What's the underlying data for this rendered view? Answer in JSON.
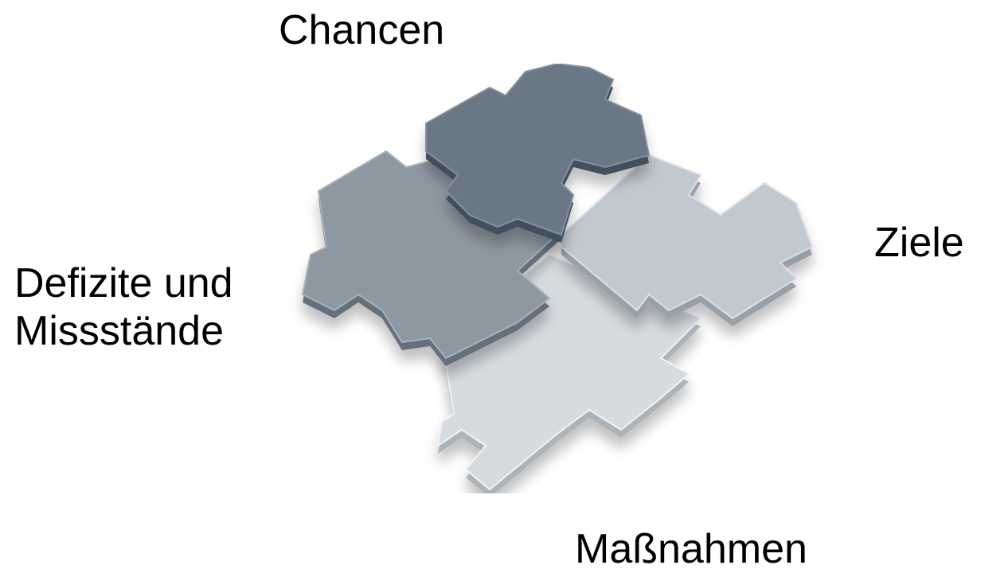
{
  "labels": {
    "top": "Chancen",
    "right": "Ziele",
    "left_line1": "Defizite und",
    "left_line2": "Missstände",
    "bottom": "Maßnahmen"
  },
  "pieces": [
    {
      "name": "top",
      "color": "#6b7784"
    },
    {
      "name": "left",
      "color": "#8e98a3"
    },
    {
      "name": "right",
      "color": "#c2c8cf"
    },
    {
      "name": "bottom",
      "color": "#d6dbe0"
    }
  ]
}
